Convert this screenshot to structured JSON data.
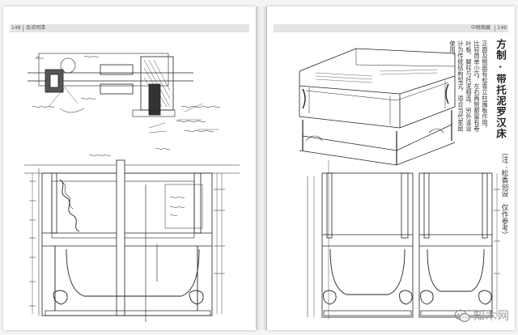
{
  "left_page": {
    "header": {
      "page_number": "148",
      "section": "品说明清"
    }
  },
  "right_page": {
    "header": {
      "section": "中晚期藏",
      "page_number": "149"
    },
    "title": "方制 · 带托泥罗汉床",
    "title_note": "（注：松香创设　仅作参考）",
    "body": "正面及侧面有松香立柱围板作用，比较简单小巧，左右两侧都留有卷叶板、脚柱与托泥相连，另外该设计为传统结构型式，适合当代家居使用。"
  },
  "watermark": {
    "text": "知木网",
    "icon": "wechat-icon"
  }
}
